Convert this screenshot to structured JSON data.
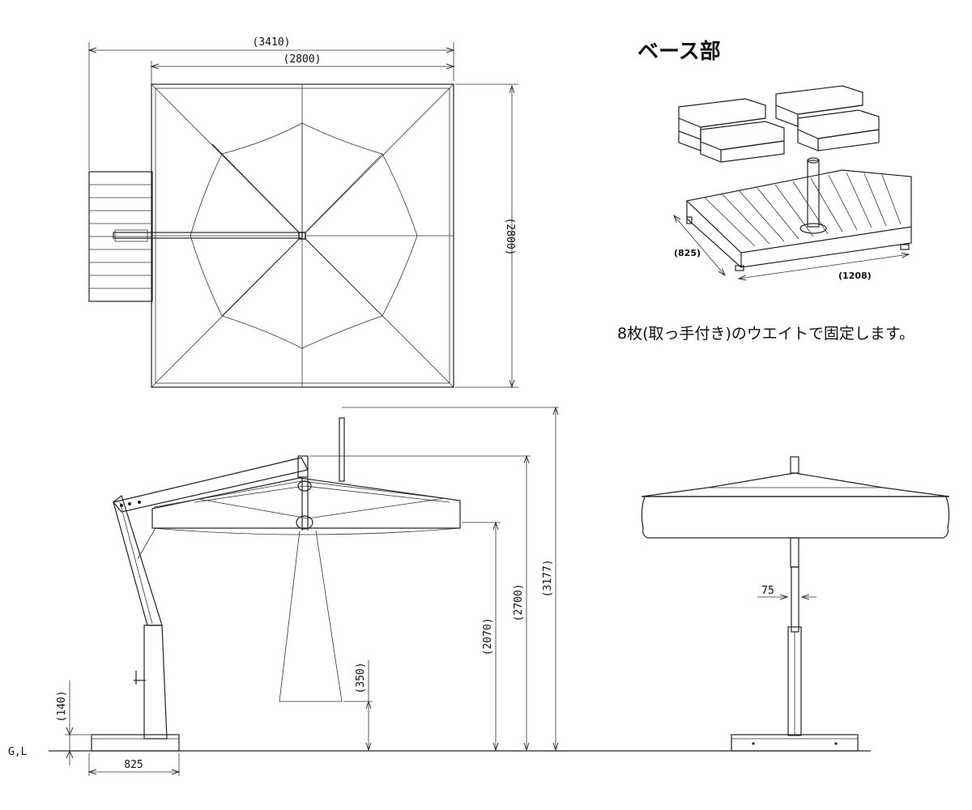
{
  "top_view": {
    "dim_total_width": "(3410)",
    "dim_canopy_width": "(2800)",
    "dim_canopy_depth": "(2800)"
  },
  "side_view": {
    "dim_total_height": "(3177)",
    "dim_frame_height": "(2700)",
    "dim_canopy_clearance": "(2070)",
    "dim_canopy_min": "(350)",
    "dim_base_height": "(140)",
    "dim_base_width": "825",
    "ground_label": "G,L"
  },
  "front_view": {
    "dim_pole": "75"
  },
  "base_section": {
    "title": "ベース部",
    "dim_depth": "(825)",
    "dim_width": "(1208)",
    "note": "8枚(取っ手付き)のウエイトで固定します。"
  }
}
